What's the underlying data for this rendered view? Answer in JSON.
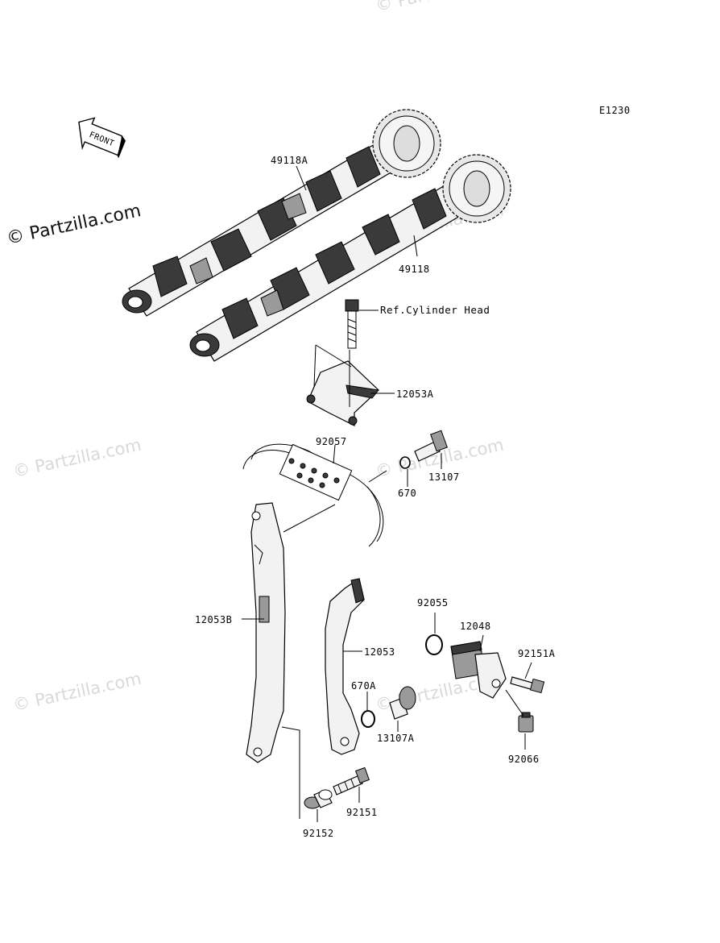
{
  "diagram_code": "E1230",
  "front_label": "FRONT",
  "watermark": "© Partzilla.com",
  "parts": {
    "camshaft_a": "49118A",
    "camshaft": "49118",
    "ref_cylinder_head": "Ref.Cylinder Head",
    "guide_upper": "12053A",
    "chain": "92057",
    "oring_small": "670",
    "pin_upper": "13107",
    "oring_tensioner": "92055",
    "tensioner": "12048",
    "bolt_a": "92151A",
    "guide_b": "12053B",
    "guide": "12053",
    "oring_a": "670A",
    "pin_a": "13107A",
    "bolt_plug": "92066",
    "bolt": "92151",
    "collar": "92152"
  }
}
